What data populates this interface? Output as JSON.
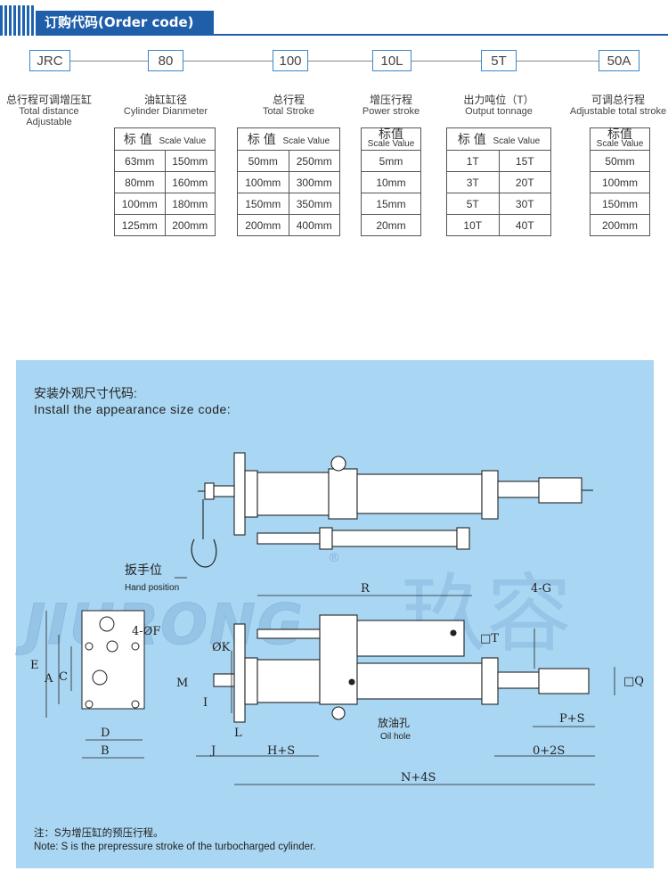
{
  "header": {
    "title": "订购代码(Order code)"
  },
  "codes": [
    {
      "code": "JRC",
      "cn": "总行程可调增压缸",
      "en1": "Total distance",
      "en2": "Adjustable"
    },
    {
      "code": "80",
      "cn": "油缸缸径",
      "en1": "Cylinder Dianmeter",
      "en2": ""
    },
    {
      "code": "100",
      "cn": "总行程",
      "en1": "Total  Stroke",
      "en2": ""
    },
    {
      "code": "10L",
      "cn": "增压行程",
      "en1": "Power stroke",
      "en2": ""
    },
    {
      "code": "5T",
      "cn": "出力吨位（T）",
      "en1": "Output  tonnage",
      "en2": ""
    },
    {
      "code": "50A",
      "cn": "可调总行程",
      "en1": "Adjustable total stroke",
      "en2": ""
    }
  ],
  "tables": {
    "header_cn": "标 值",
    "header_cn_short": "标值",
    "header_en": "Scale Value",
    "bore": [
      [
        "63mm",
        "150mm"
      ],
      [
        "80mm",
        "160mm"
      ],
      [
        "100mm",
        "180mm"
      ],
      [
        "125mm",
        "200mm"
      ]
    ],
    "stroke": [
      [
        "50mm",
        "250mm"
      ],
      [
        "100mm",
        "300mm"
      ],
      [
        "150mm",
        "350mm"
      ],
      [
        "200mm",
        "400mm"
      ]
    ],
    "power": [
      "5mm",
      "10mm",
      "15mm",
      "20mm"
    ],
    "tonnage": [
      [
        "1T",
        "15T"
      ],
      [
        "3T",
        "20T"
      ],
      [
        "5T",
        "30T"
      ],
      [
        "10T",
        "40T"
      ]
    ],
    "adjustable": [
      "50mm",
      "100mm",
      "150mm",
      "200mm"
    ]
  },
  "install": {
    "title_cn": "安装外观尺寸代码:",
    "title_en": "Install the appearance size code:",
    "hand_cn": "扳手位",
    "hand_en": "Hand position",
    "oil_cn": "放油孔",
    "oil_en": "Oil hole",
    "watermark_brand": "JIURONG",
    "watermark_cn": "玖容",
    "registered": "®",
    "dims": {
      "R": "R",
      "G": "4-G",
      "F": "4-ØF",
      "K": "ØK",
      "M": "M",
      "I": "I",
      "L": "L",
      "T": "□T",
      "Q": "□Q",
      "E": "E",
      "A": "A",
      "C": "C",
      "D": "D",
      "B": "B",
      "J": "J",
      "HS": "H+S",
      "PS": "P+S",
      "O2S": "0+2S",
      "N4S": "N+4S"
    },
    "note_cn": "注：S为增压缸的预压行程。",
    "note_en": "Note: S is the prepressure stroke of the turbocharged cylinder."
  }
}
